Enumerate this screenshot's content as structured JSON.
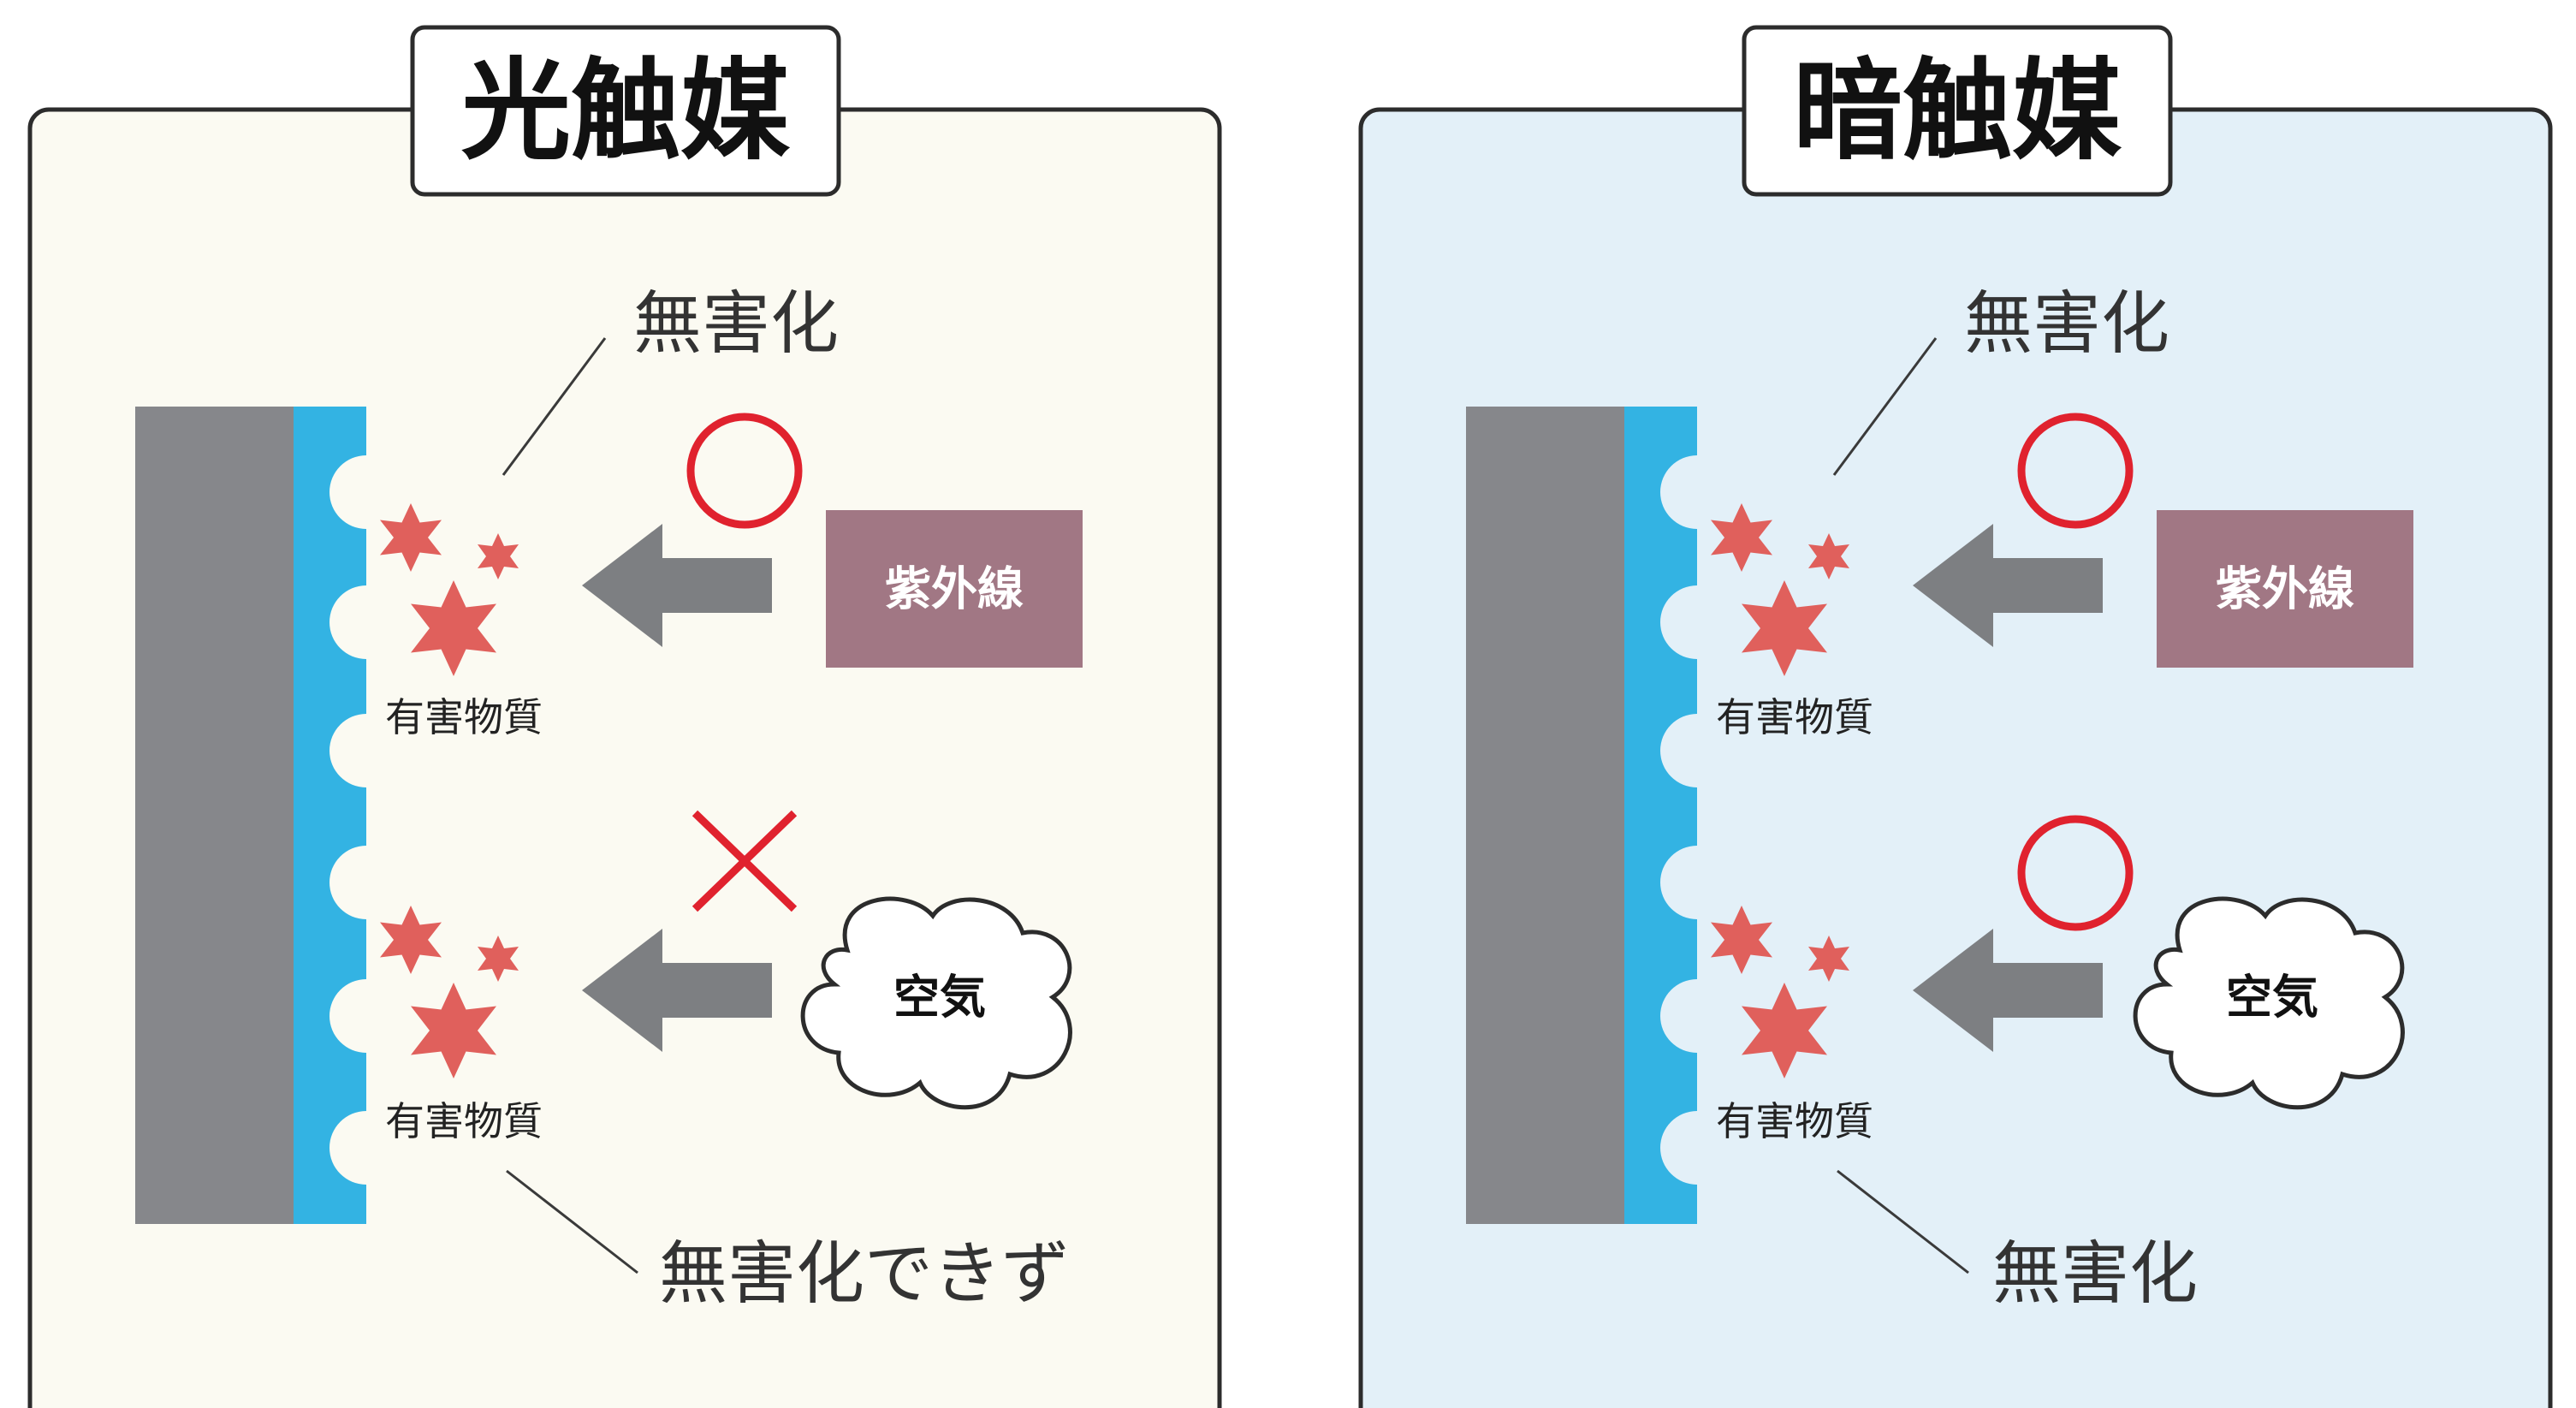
{
  "colors": {
    "panel_left_bg": "#fbfaf2",
    "panel_right_bg": "#e3f0f8",
    "wall": "#86878b",
    "coating": "#33b3e3",
    "star": "#e0605c",
    "arrow": "#7d7f82",
    "uv_box": "#a17784",
    "mark_red": "#e0222e"
  },
  "panels": [
    {
      "title": "光触媒",
      "top_result": "無害化",
      "bottom_result": "無害化できず",
      "uv_label": "紫外線",
      "air_label": "空気",
      "substance_top": "有害物質",
      "substance_bottom": "有害物質",
      "uv_mark": "circle",
      "air_mark": "cross"
    },
    {
      "title": "暗触媒",
      "top_result": "無害化",
      "bottom_result": "無害化",
      "uv_label": "紫外線",
      "air_label": "空気",
      "substance_top": "有害物質",
      "substance_bottom": "有害物質",
      "uv_mark": "circle",
      "air_mark": "circle"
    }
  ]
}
